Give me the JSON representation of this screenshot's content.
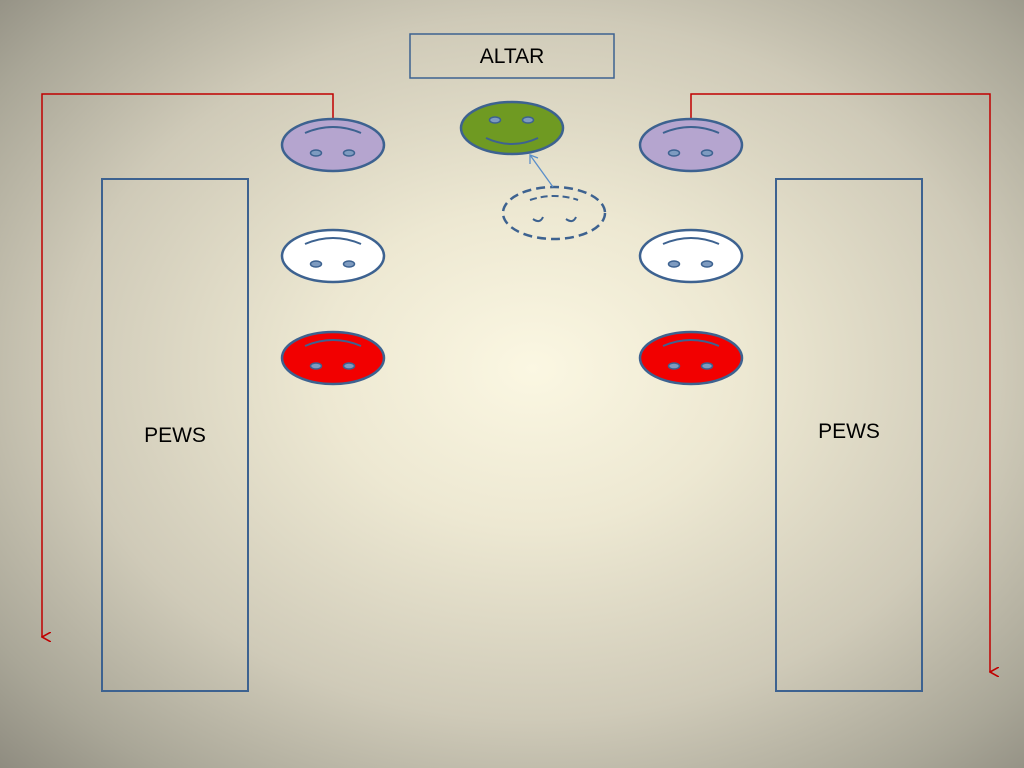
{
  "altar": {
    "label": "ALTAR"
  },
  "pews": {
    "left_label": "PEWS",
    "right_label": "PEWS"
  },
  "colors": {
    "outline": "#3d6290",
    "priest": "#6f9a22",
    "purple": "#b5a5cf",
    "white": "#ffffff",
    "red": "#f20000",
    "arrow": "#c00000",
    "pointer": "#5b8fc9"
  },
  "faces": {
    "priest": {
      "fill": "green",
      "expression": "smile"
    },
    "left_column": [
      "purple",
      "white",
      "red"
    ],
    "right_column": [
      "purple",
      "white",
      "red"
    ],
    "former_position": {
      "style": "dashed-outline"
    }
  }
}
